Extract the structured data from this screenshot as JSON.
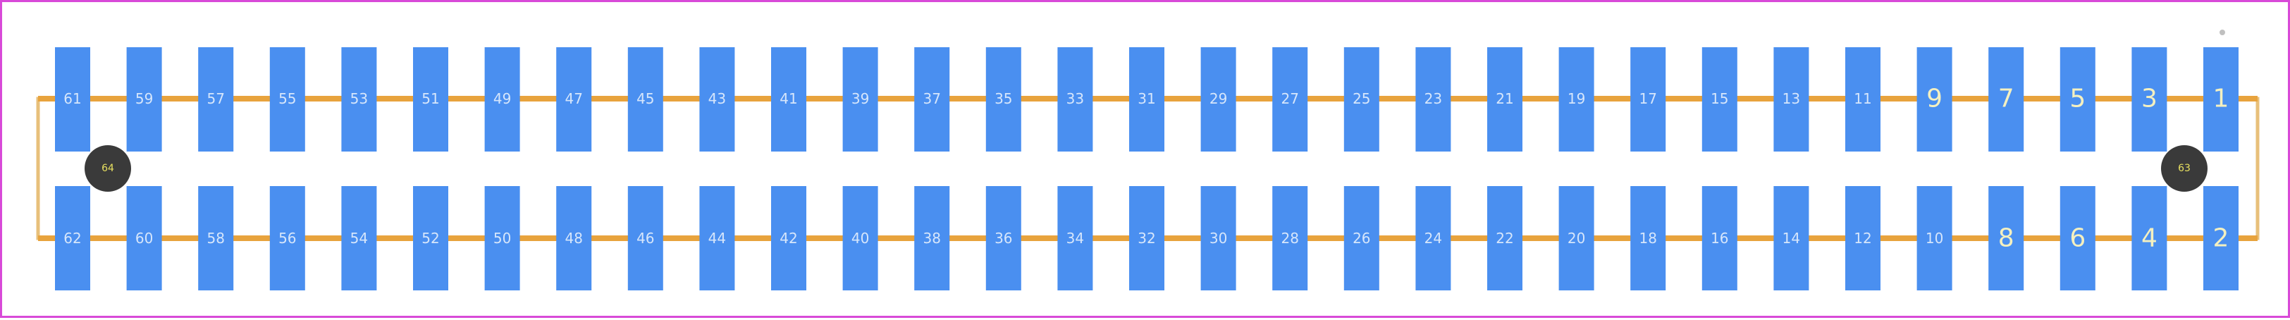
{
  "footprint": {
    "colors": {
      "border": "#d84ad8",
      "pad": "#4a8ff0",
      "trace": "#e8a33d",
      "outline": "#e8c07a",
      "mount_hole": "#3a3a3a",
      "mount_label": "#e8e060",
      "pad_label": "#d6e6fb"
    },
    "top_row_labels": [
      "61",
      "59",
      "57",
      "55",
      "53",
      "51",
      "49",
      "47",
      "45",
      "43",
      "41",
      "39",
      "37",
      "35",
      "33",
      "31",
      "29",
      "27",
      "25",
      "23",
      "21",
      "19",
      "17",
      "15",
      "13",
      "11",
      "9",
      "7",
      "5",
      "3",
      "1"
    ],
    "bottom_row_labels": [
      "62",
      "60",
      "58",
      "56",
      "54",
      "52",
      "50",
      "48",
      "46",
      "44",
      "42",
      "40",
      "38",
      "36",
      "34",
      "32",
      "30",
      "28",
      "26",
      "24",
      "22",
      "20",
      "18",
      "16",
      "14",
      "12",
      "10",
      "8",
      "6",
      "4",
      "2"
    ],
    "mount_holes": [
      {
        "label": "64",
        "side": "left"
      },
      {
        "label": "63",
        "side": "right"
      }
    ],
    "pin1_marker_icon": "dot-icon"
  }
}
